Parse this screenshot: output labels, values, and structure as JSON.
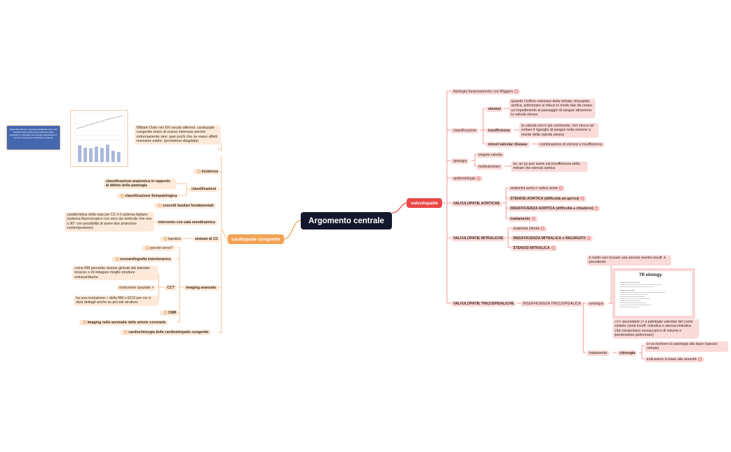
{
  "central": "Argomento centrale",
  "left": {
    "branch": "cardiopatie congenite",
    "intro_text": "William Osler nel XIX secolo affermò: cardiopatie congenite erano di scarso interesse perché estremamente rare: quei pochi che ne erano affetti morivano subito. (previsione sbagliata)",
    "note": "Negli ultimi 25 anni, progressi significativi sono stati raccolati nella comprensione della anomalie genetiche e molecolari che causano alla base di un numero crescente di cardiopatie congenite",
    "incidenza": "incidenza",
    "classificazioni": "classificazioni",
    "class_anat": "classificazione anatomica in rapporto al difetto della patologia",
    "class_fisio": "classificazione fisiopatologica",
    "concetti": "concetti basilari fondamentali",
    "intervento": "intervento con sala emodinamica",
    "intervento_text": "caratteristica della sala per CC è il sistema biplano (sistema fluoroscopico con arco sia verticale che uno a 90° con possibilità di avere due proiezioni contemporanee)",
    "sintomi": "sintomi di CC",
    "bambini": "bambini",
    "perche": "perché serve?",
    "ecocardio": "ecocardiografia transtoracica",
    "imaging": "imaging avanzato",
    "cct": "CCT",
    "cct_text1": "come RM permette visione globale del distretto toracico e di indagare meglio strutture extracardiache",
    "risoluzione": "risoluzione spaziale >",
    "cct_text2": "ha una risoluzione > della RM e ECO per cui ci darà dettagli anche su piccole strutture",
    "cmr": "CMR",
    "imaging_anomalie": "imaging nelle anomalie delle arterie coronarie",
    "cardiochirurgia": "cardiochirurgia delle cardiomiopatie congenite"
  },
  "right": {
    "branch": "valvulopatie",
    "fisiologia": "fisiologia funzionamento con Wiggers",
    "classificazione": "classificazione",
    "stenosi": "stenosi",
    "stenosi_text": "quando l'orifizio valvolare della mitrale, tricuspide, aortica, polmonare si riduce in modo tale da creare un impedimento al passaggio di sangue attraverso la valvola stessa",
    "insufficienza": "insufficienza",
    "insufficienza_text": "la valvola non è più continente, non riesce ad evitare il rigurgito di sangue nella sezione a monte della valvola stessa",
    "mixed": "mixed valvular disease",
    "mixed_text": "combinazione di stenosi e insufficienza",
    "tipologia": "tipologia",
    "singola": "singola valvola",
    "multivalvolare": "multivalvolare",
    "multi_text": "es: un pz può avere sia insufficienza della mitrale che stenosi aortica",
    "epidemiologia": "epidemiologia",
    "aortiche": "VALVULOPATIE AORTICHE",
    "anatomia_aorta": "anatomia aorta e radice aorta",
    "stenosi_aortica": "STENOSI AORTICA (difficoltà ad aprirsi)",
    "insuff_aortica": "INSUFFICIENZA AORTICA (difficoltà a chiudersi)",
    "trattamento": "trattamento",
    "mitraliche": "VALVULOPATIE MITRALICHE",
    "anatomia_mitrale": "anatomia mitrale",
    "insuff_mitralica": "INSUFFICIENZA MITRALICA o RIGURGITO",
    "stenosi_mitralica": "STENOSI MITRALICA",
    "tricuspidaliche": "VALVULOPATIE TRICUSPIDALICHE",
    "insuff_tricusp": "INSUFFICIENZA TRICUSPIDALICA",
    "eziologia": "eziologia",
    "raro_text": "è molto raro trovare una stenosi mentre insuff. è prevalente",
    "tr_title": "TR etiology",
    "secondarie_text": ">>> secondarie (> a patologie valvolari del cuore sinistro come insuff. mitralica e stenosi mitralica che comportano sovraccarico di volume e ipertensione polmonare)",
    "trattamento2": "trattamento",
    "chirurgia": "chirurgia",
    "chir_text": "si va risolvere la patologia alla base (spesso mitrale)",
    "indicazioni": "indicazioni in base alla severità"
  },
  "chart_thumb": {
    "line_values": [
      12,
      14,
      15,
      18,
      20,
      21,
      24,
      25,
      27,
      30,
      31,
      33,
      35,
      36,
      38
    ],
    "bar_values": [
      40,
      34,
      33,
      37,
      34,
      42,
      27,
      24
    ]
  },
  "colors": {
    "central": "#14172c",
    "left_branch": "#f2a253",
    "right_branch": "#ea4747",
    "left_wire": "#f3b27a",
    "right_wire": "#ef7b7b",
    "left_topic": "#fde9d9",
    "right_topic": "#fbdada",
    "note": "#4468b0"
  }
}
